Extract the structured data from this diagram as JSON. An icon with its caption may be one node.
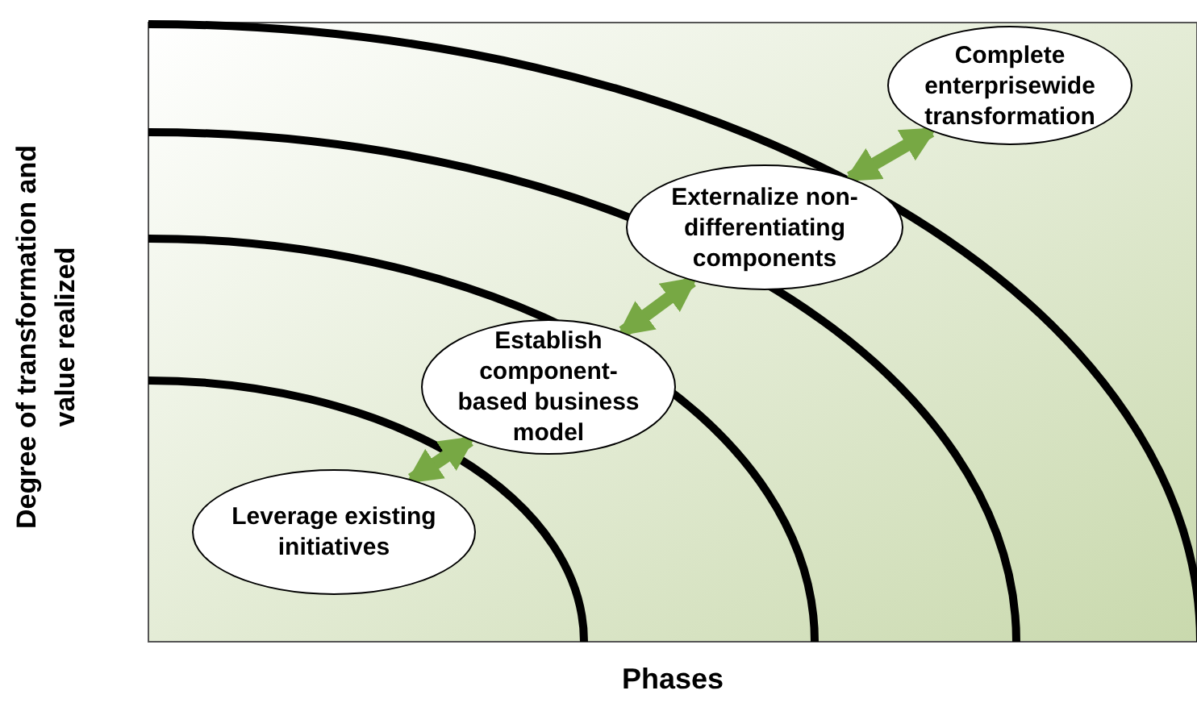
{
  "diagram": {
    "nodes": [
      {
        "text": [
          "Leverage existing initiatives"
        ]
      },
      {
        "text": [
          "Establish component-based business model"
        ]
      },
      {
        "text": [
          "Externalize non-differentiating components"
        ]
      },
      {
        "text": [
          "Complete enterprisewide transformation"
        ]
      }
    ],
    "edges": [
      {
        "from": 0,
        "to": 1,
        "arrow": "both"
      },
      {
        "from": 1,
        "to": 2,
        "arrow": "both"
      },
      {
        "from": 2,
        "to": 3,
        "arrow": "both"
      }
    ],
    "labels": [
      "Degree of transformation and value realized",
      "Phases"
    ]
  }
}
